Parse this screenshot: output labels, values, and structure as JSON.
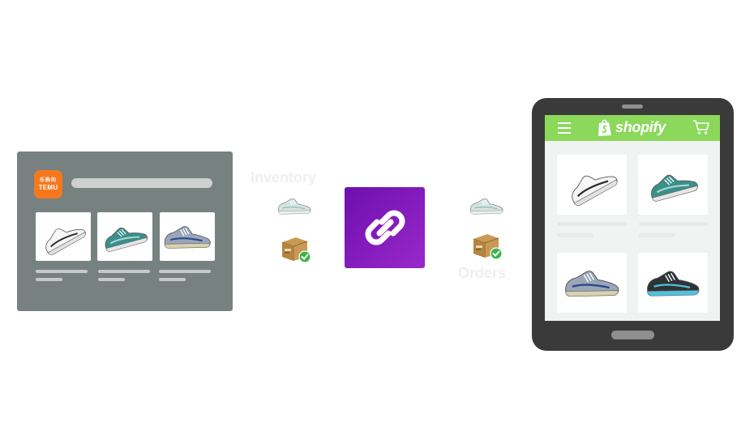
{
  "temu": {
    "logo_top": "乐购的",
    "logo_text": "TEMU",
    "products": [
      "white-sneaker-icon",
      "teal-sneaker-icon",
      "blue-grey-sneaker-icon"
    ]
  },
  "flow": {
    "inventory_label": "Inventory",
    "orders_label": "Orders",
    "hub_icon": "link-icon"
  },
  "shopify": {
    "brand": "shopify",
    "menu_icon": "hamburger-menu-icon",
    "cart_icon": "cart-icon",
    "products": [
      "white-sneaker-icon",
      "teal-sneaker-icon",
      "blue-grey-sneaker-icon",
      "black-cyan-sneaker-icon"
    ]
  },
  "colors": {
    "temu_panel": "#778180",
    "temu_orange": "#f6781e",
    "hub_purple": "#7a16b8",
    "shopify_green": "#8bd85b",
    "tablet_body": "#3b3a3a"
  }
}
